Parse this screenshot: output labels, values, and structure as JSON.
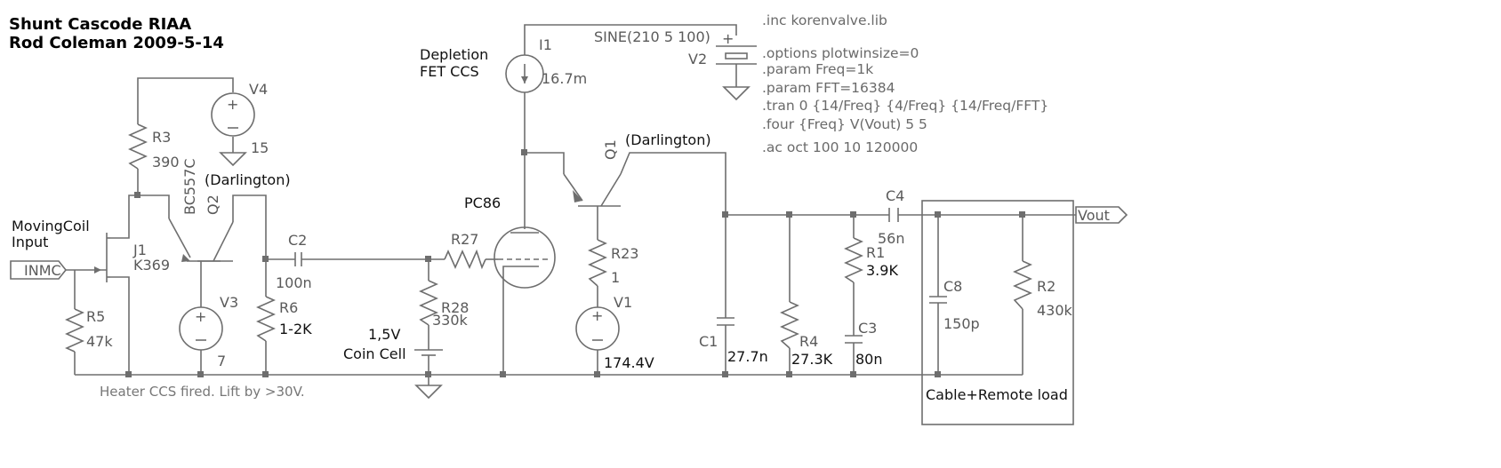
{
  "title": {
    "line1": "Shunt Cascode RIAA",
    "line2": "Rod Coleman 2009-5-14"
  },
  "directives": [
    ".inc korenvalve.lib",
    ".options plotwinsize=0",
    ".param Freq=1k",
    ".param FFT=16384",
    ".tran 0 {14/Freq} {4/Freq} {14/Freq/FFT}",
    ".four {Freq} V(Vout) 5 5",
    ".ac oct 100 10 120000"
  ],
  "components": {
    "I1": {
      "name": "I1",
      "value": "16.7m",
      "note_line1": "Depletion",
      "note_line2": "FET CCS"
    },
    "V2": {
      "name": "V2",
      "value": "SINE(210 5 100)"
    },
    "V4": {
      "name": "V4",
      "value": "15"
    },
    "R3": {
      "name": "R3",
      "value": "390"
    },
    "Q2": {
      "name": "Q2",
      "model": "BC557C",
      "note": "(Darlington)"
    },
    "J1": {
      "name": "J1",
      "model": "K369"
    },
    "R5": {
      "name": "R5",
      "value": "47k"
    },
    "V3": {
      "name": "V3",
      "value": "7"
    },
    "R6": {
      "name": "R6",
      "value": "1-2K"
    },
    "C2": {
      "name": "C2",
      "value": "100n"
    },
    "R28": {
      "name": "R28",
      "value": "330k"
    },
    "R27": {
      "name": "R27"
    },
    "PC86": {
      "name": "PC86"
    },
    "Q1": {
      "name": "Q1",
      "note": "(Darlington)"
    },
    "R23": {
      "name": "R23",
      "value": "1"
    },
    "V1": {
      "name": "V1",
      "value": "174.4V"
    },
    "C1": {
      "name": "C1",
      "value": "27.7n"
    },
    "R4": {
      "name": "R4",
      "value": "27.3K"
    },
    "R1": {
      "name": "R1",
      "value": "3.9K"
    },
    "C3": {
      "name": "C3",
      "value": "80n"
    },
    "C4": {
      "name": "C4",
      "value": "56n"
    },
    "C8": {
      "name": "C8",
      "value": "150p"
    },
    "R2": {
      "name": "R2",
      "value": "430k"
    }
  },
  "labels": {
    "input_line1": "MovingCoil",
    "input_line2": "Input",
    "inmc": "INMC",
    "vout": "Vout",
    "coin_line1": "1,5V",
    "coin_line2": "Coin Cell",
    "heater_note": "Heater CCS fired. Lift by >30V.",
    "cable_load": "Cable+Remote load"
  }
}
